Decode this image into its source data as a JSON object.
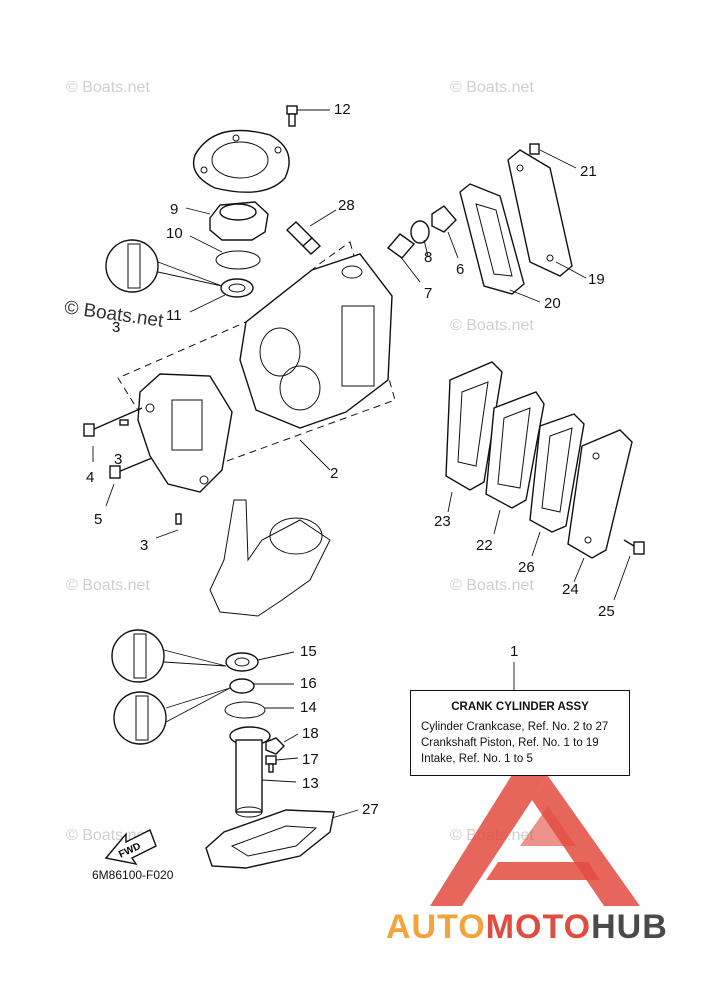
{
  "diagram": {
    "drawing_code": "6M86100-F020",
    "corner_watermark": "© Boats.net",
    "watermark_text": "© Boats.net",
    "fwd_label": "FWD",
    "callouts": [
      "1",
      "2",
      "3",
      "3",
      "3",
      "4",
      "5",
      "6",
      "7",
      "8",
      "9",
      "10",
      "11",
      "12",
      "13",
      "14",
      "15",
      "16",
      "17",
      "18",
      "19",
      "20",
      "21",
      "22",
      "23",
      "24",
      "25",
      "26",
      "27",
      "28"
    ]
  },
  "legend": {
    "title": "CRANK CYLINDER ASSY",
    "lines": [
      "Cylinder Crankcase,  Ref. No. 2 to 27",
      "Crankshaft Piston,  Ref. No. 1 to 19",
      "Intake,  Ref. No. 1 to 5"
    ]
  },
  "brand": {
    "part1": "AUTO",
    "part2": "MOTO",
    "part3": "HUB"
  },
  "colors": {
    "accent_orange": "#f3a33a",
    "accent_red": "#e24b3f",
    "dark": "#4a4a4a"
  }
}
